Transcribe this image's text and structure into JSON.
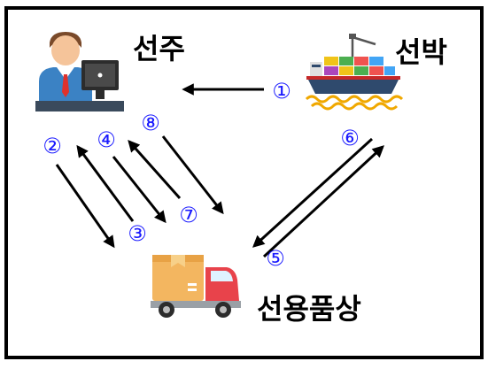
{
  "nodes": {
    "owner": {
      "label": "선주"
    },
    "ship": {
      "label": "선박"
    },
    "chandler": {
      "label": "선용품상"
    }
  },
  "steps": {
    "s1": "①",
    "s2": "②",
    "s3": "③",
    "s4": "④",
    "s5": "⑤",
    "s6": "⑥",
    "s7": "⑦",
    "s8": "⑧"
  },
  "colors": {
    "border": "#000000",
    "arrow": "#000000",
    "step_number": "#1a1aff",
    "shirt": "#3b82c4",
    "hair": "#7a4a2a",
    "skin": "#f5c49a",
    "tie": "#e0312b",
    "desk": "#3a4a5c",
    "monitor": "#2c2c2c",
    "truck_box": "#f3b660",
    "truck_cab": "#e8434b",
    "hull": "#2f4a6d",
    "wave": "#f0a800"
  },
  "icons": {
    "owner": "businessman-at-computer-icon",
    "ship": "cargo-ship-icon",
    "chandler": "delivery-truck-icon"
  }
}
